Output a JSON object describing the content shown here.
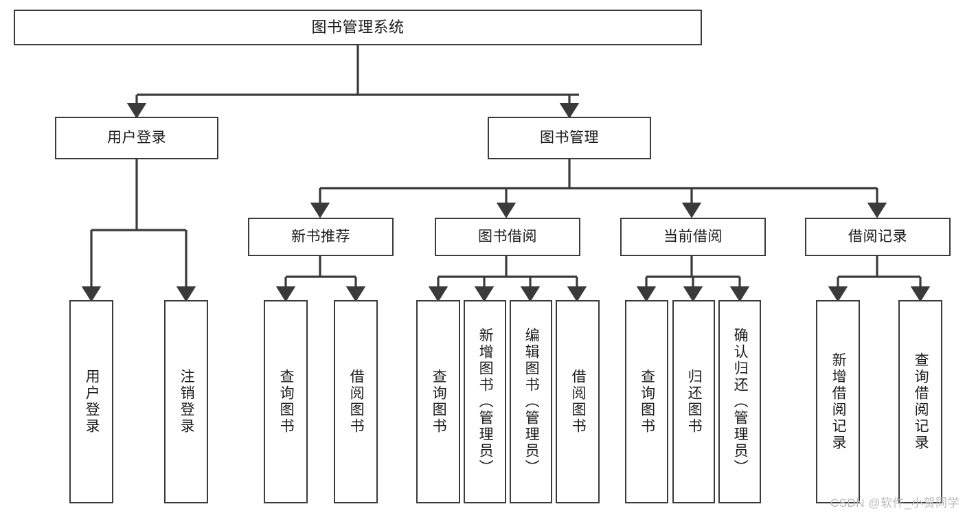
{
  "diagram": {
    "title": "图书管理系统",
    "type": "hierarchy-tree",
    "orientation": "top-down",
    "colors": {
      "background": "#ffffff",
      "box_border": "#3a3a3a",
      "box_fill": "#ffffff",
      "text": "#1b1b1b",
      "connector": "#3a3a3a",
      "watermark": "#b9b9b9"
    },
    "watermark": "CSDN @软件_小贺同学",
    "nodes": {
      "root": {
        "label": "图书管理系统",
        "level": 0
      },
      "level1": [
        {
          "id": "user-login",
          "label": "用户登录"
        },
        {
          "id": "book-manage",
          "label": "图书管理"
        }
      ],
      "level2": [
        {
          "id": "new-book-recommend",
          "label": "新书推荐",
          "parent": "book-manage"
        },
        {
          "id": "book-borrow",
          "label": "图书借阅",
          "parent": "book-manage"
        },
        {
          "id": "current-borrow",
          "label": "当前借阅",
          "parent": "book-manage"
        },
        {
          "id": "borrow-record",
          "label": "借阅记录",
          "parent": "book-manage"
        }
      ],
      "leaves": [
        {
          "id": "leaf-user-login",
          "label": "用户登录",
          "parent": "user-login"
        },
        {
          "id": "leaf-logout",
          "label": "注销登录",
          "parent": "user-login"
        },
        {
          "id": "leaf-query-book-1",
          "label": "查询图书",
          "parent": "new-book-recommend"
        },
        {
          "id": "leaf-borrow-book-1",
          "label": "借阅图书",
          "parent": "new-book-recommend"
        },
        {
          "id": "leaf-query-book-2",
          "label": "查询图书",
          "parent": "book-borrow"
        },
        {
          "id": "leaf-add-book",
          "label": "新增图书（管理员）",
          "parent": "book-borrow"
        },
        {
          "id": "leaf-edit-book",
          "label": "编辑图书（管理员）",
          "parent": "book-borrow"
        },
        {
          "id": "leaf-borrow-book-2",
          "label": "借阅图书",
          "parent": "book-borrow"
        },
        {
          "id": "leaf-query-book-3",
          "label": "查询图书",
          "parent": "current-borrow"
        },
        {
          "id": "leaf-return-book",
          "label": "归还图书",
          "parent": "current-borrow"
        },
        {
          "id": "leaf-confirm-return",
          "label": "确认归还（管理员）",
          "parent": "current-borrow"
        },
        {
          "id": "leaf-add-record",
          "label": "新增借阅记录",
          "parent": "borrow-record"
        },
        {
          "id": "leaf-query-record",
          "label": "查询借阅记录",
          "parent": "borrow-record"
        }
      ]
    }
  }
}
